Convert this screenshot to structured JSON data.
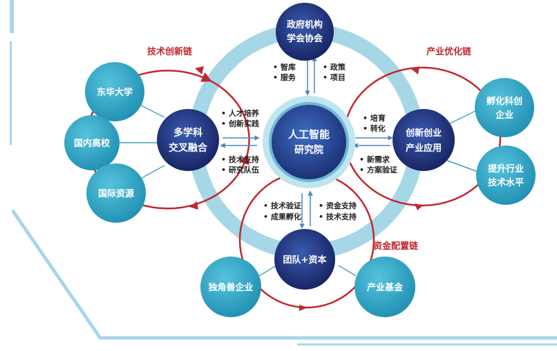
{
  "colors": {
    "ring": "#9fd3e3",
    "red": "#c0272d",
    "navy": "#1f2f78",
    "teal": "#37a6c4",
    "frame": "#a9d5ea",
    "arrow": "#4c86c0"
  },
  "center": {
    "line1": "人工智能",
    "line2": "研究院"
  },
  "nodes": {
    "top": {
      "line1": "政府机构",
      "line2": "学会协会"
    },
    "left": {
      "line1": "多学科",
      "line2": "交叉融合"
    },
    "right": {
      "line1": "创新创业",
      "line2": "产业应用"
    },
    "bottom": {
      "line1": "团队+资本"
    }
  },
  "satellites": {
    "donghua": "东华大学",
    "domestic": "国内高校",
    "international": "国际资源",
    "incubate_l1": "孵化科创",
    "incubate_l2": "企业",
    "upgrade_l1": "提升行业",
    "upgrade_l2": "技术水平",
    "unicorn": "独角兽企业",
    "fund": "产业基金"
  },
  "chains": {
    "tech": "技术创新链",
    "industry": "产业优化链",
    "capital": "资金配置链"
  },
  "bullets": {
    "top_left": [
      "智库",
      "服务"
    ],
    "top_right": [
      "政策",
      "项目"
    ],
    "left_up": [
      "人才培养",
      "创新实践"
    ],
    "left_down": [
      "技术支持",
      "研究队伍"
    ],
    "right_up": [
      "培育",
      "转化"
    ],
    "right_down": [
      "新需求",
      "方案验证"
    ],
    "bottom_left": [
      "技术验证",
      "成果孵化"
    ],
    "bottom_right": [
      "资金支持",
      "技术支持"
    ]
  }
}
